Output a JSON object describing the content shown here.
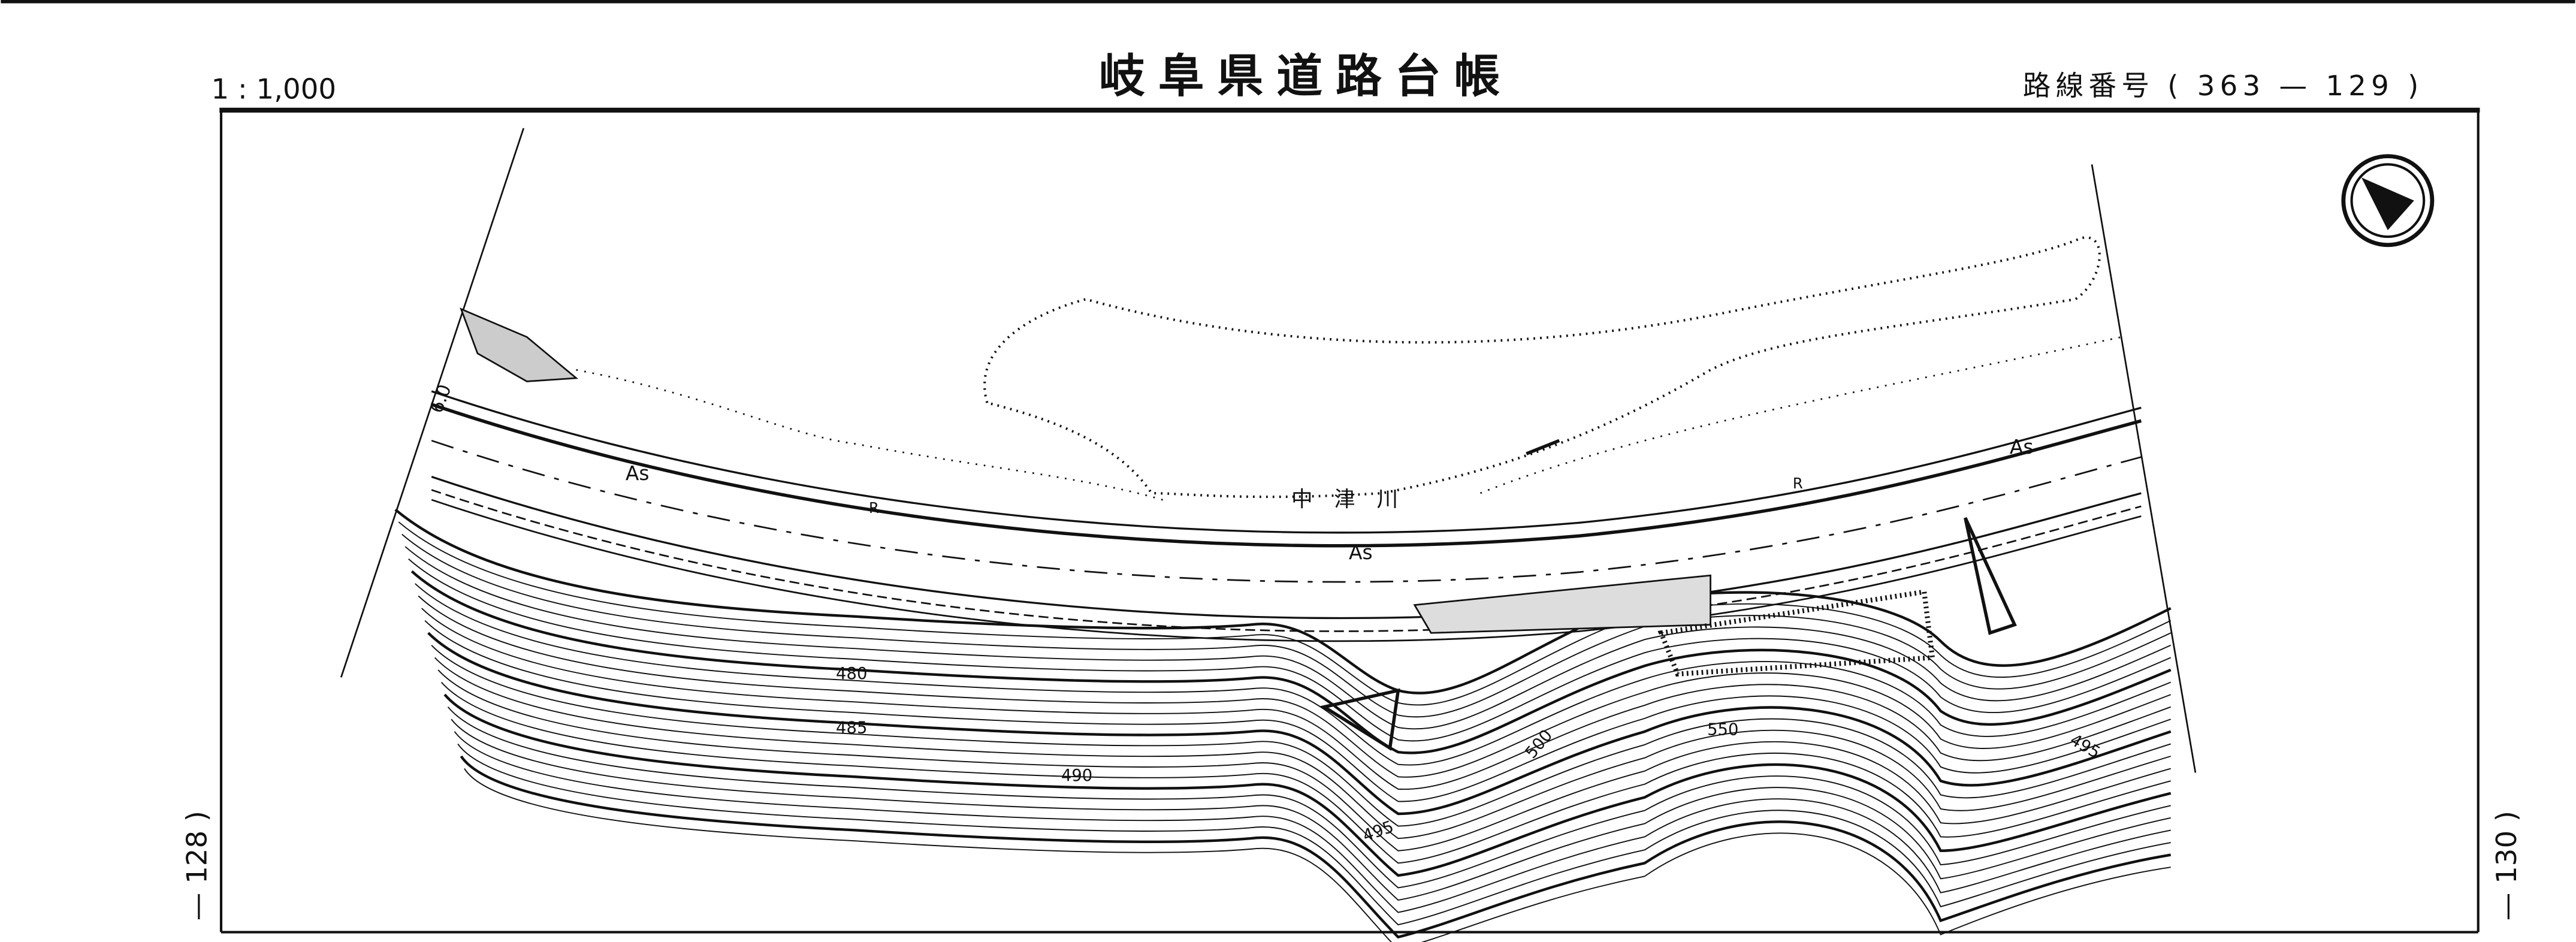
{
  "header": {
    "scale": "1 : 1,000",
    "title": "岐阜県道路台帳",
    "route_label": "路線番号",
    "route_number": "( 363 — 129 )"
  },
  "sheet": {
    "prev_sheet": "— 128 )",
    "next_sheet": "— 130 )"
  },
  "map": {
    "road_width": "6.0",
    "surface_labels": [
      "As",
      "As",
      "As"
    ],
    "revetment_labels": [
      "R",
      "R"
    ],
    "river_name": "中　津　川",
    "contour_labels": [
      "480",
      "485",
      "490",
      "495",
      "500",
      "550",
      "495"
    ],
    "north_arrow_icon": "north-arrow-icon"
  },
  "colors": {
    "ink": "#111111",
    "paper": "#ffffff"
  }
}
